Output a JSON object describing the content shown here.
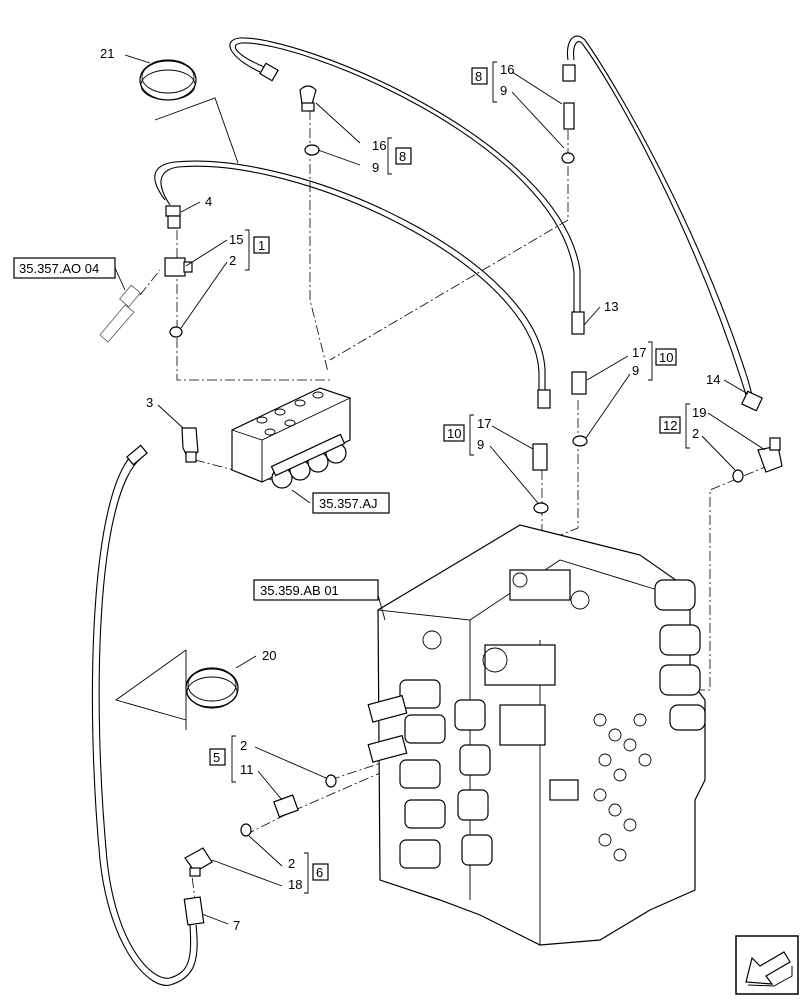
{
  "callouts": {
    "c21": "21",
    "c16a": "16",
    "c9a": "9",
    "c16b": "16",
    "c9b": "9",
    "c4": "4",
    "c15": "15",
    "c2a": "2",
    "c3": "3",
    "c13": "13",
    "c17a": "17",
    "c9c": "9",
    "c17b": "17",
    "c9d": "9",
    "c14": "14",
    "c19": "19",
    "c2b": "2",
    "c20": "20",
    "c2c": "2",
    "c11": "11",
    "c2d": "2",
    "c18": "18",
    "c7": "7"
  },
  "boxes": {
    "b8a": "8",
    "b8b": "8",
    "b1": "1",
    "b10a": "10",
    "b10b": "10",
    "b12": "12",
    "b5": "5",
    "b6": "6"
  },
  "references": {
    "ao04": "35.357.AO 04",
    "aj": "35.357.AJ",
    "ab01": "35.359.AB 01"
  },
  "icons": {
    "nav": "direction-arrow-icon"
  }
}
